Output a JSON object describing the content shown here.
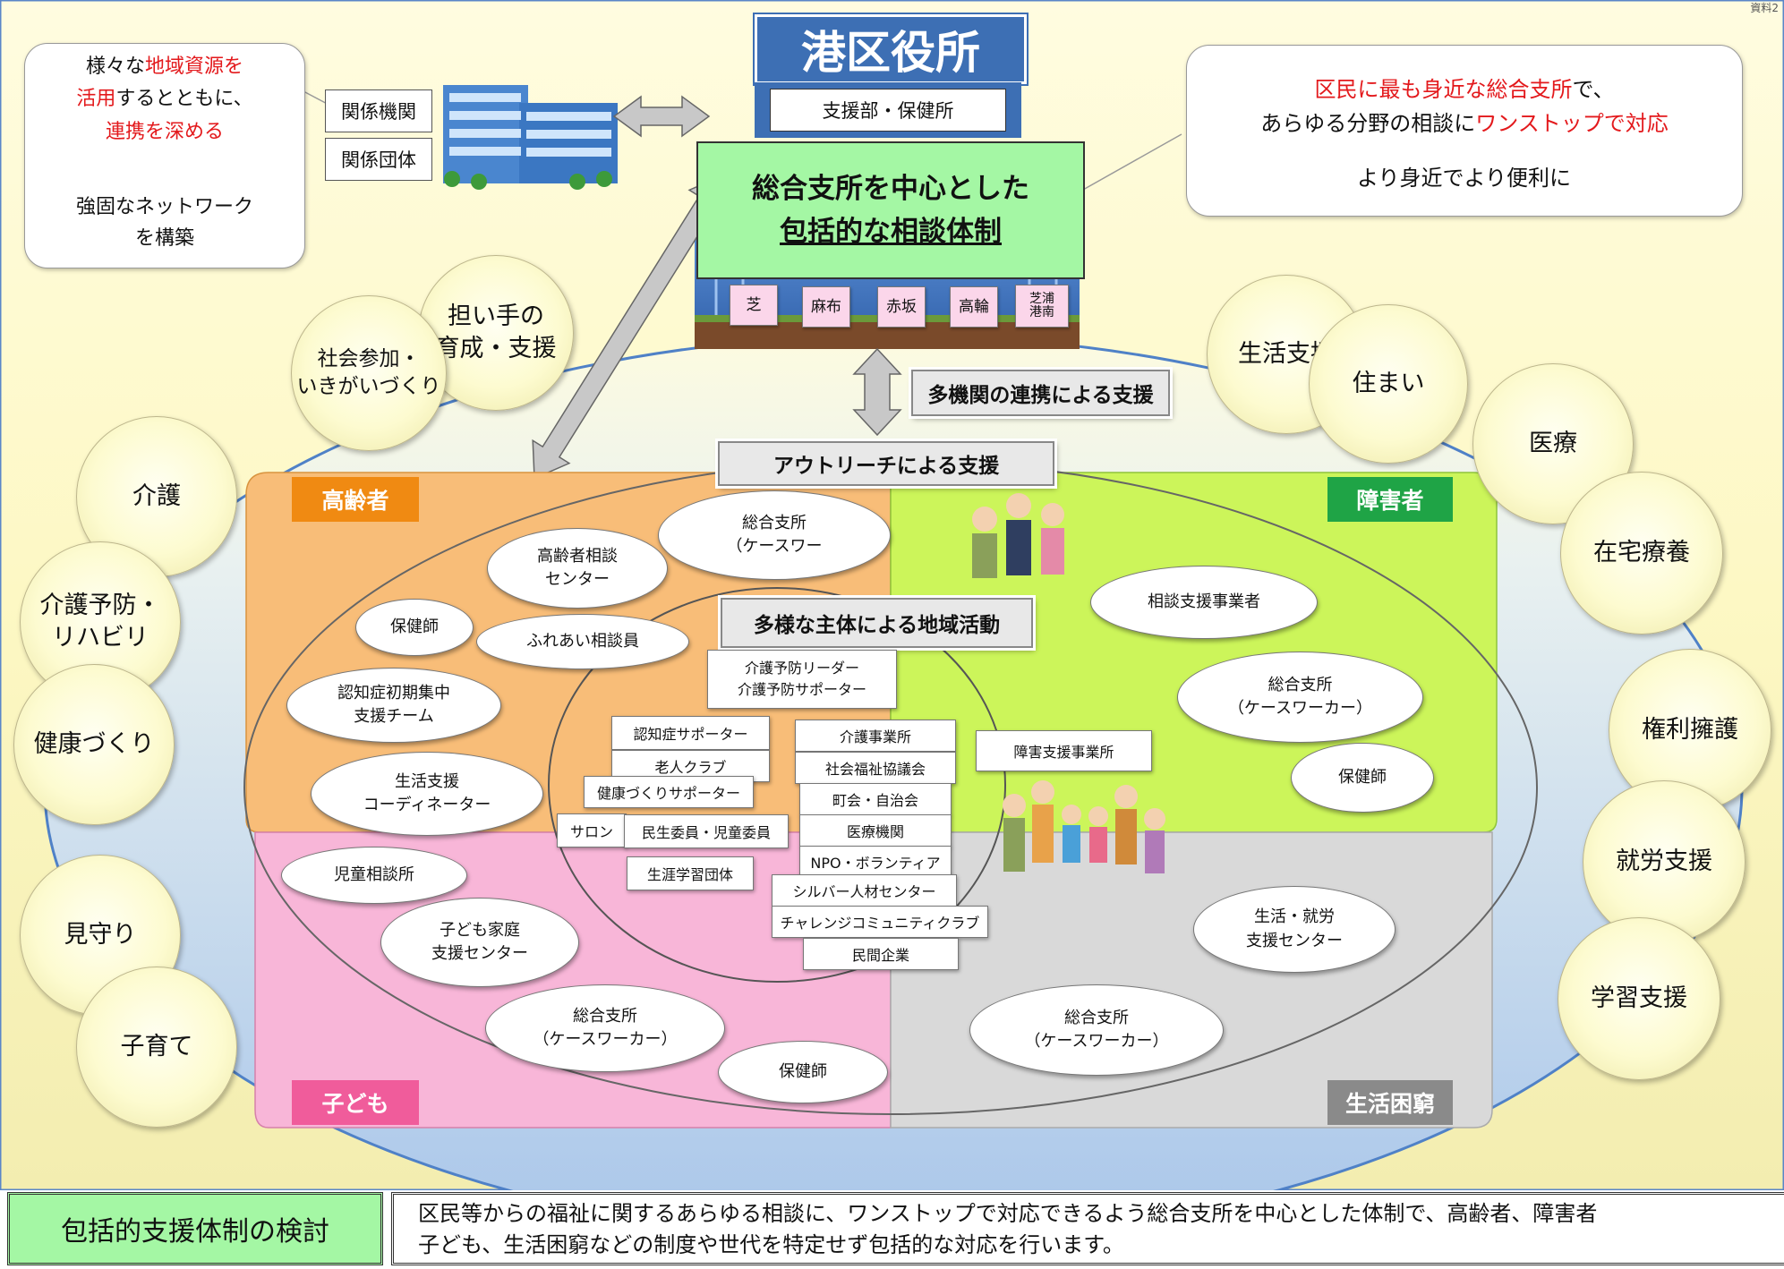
{
  "page_number": "資料2",
  "city_office": {
    "title": "港区役所",
    "department": "支援部・保健所",
    "system_line1": "総合支所を中心とした",
    "system_line2": "包括的な相談体制",
    "branches": [
      "芝",
      "麻布",
      "赤坂",
      "高輪",
      "芝浦\n港南"
    ]
  },
  "left_callout": {
    "line1_pre": "様々な",
    "line1_red": "地域資源を",
    "line2_red": "活用",
    "line2_post": "するとともに、",
    "line3_red": "連携を深める",
    "result_line1": "強固なネットワーク",
    "result_line2": "を構築"
  },
  "related": {
    "org1": "関係機関",
    "org2": "関係団体"
  },
  "right_callout": {
    "line1_red": "区民に最も身近な総合支所",
    "line1_post": "で、",
    "line2_pre": "あらゆる分野の相談に",
    "line2_red": "ワンストップで対応",
    "line3": "より身近でより便利に"
  },
  "labels": {
    "multi_agency": "多機関の連携による支援",
    "outreach": "アウトリーチによる支援",
    "diverse": "多様な主体による地域活動"
  },
  "outer_circles": {
    "ninaite": "担い手の\n育成・支援",
    "shakai": "社会参加・\nいきがいづくり",
    "kaigo": "介護",
    "kaigo_yobo": "介護予防・\nリハビリ",
    "kenko": "健康づくり",
    "mimamori": "見守り",
    "kosodate": "子育て",
    "seikatsu_shien": "生活支援",
    "sumai": "住まい",
    "iryo": "医療",
    "zaitaku": "在宅療養",
    "kenri": "権利擁護",
    "shuro": "就労支援",
    "gakushu": "学習支援"
  },
  "quadrants": {
    "elderly": "高齢者",
    "disabled": "障害者",
    "children": "子ども",
    "poverty": "生活困窮"
  },
  "elderly_items": {
    "sogo": "総合支所\n（ケースワー",
    "center": "高齢者相談\nセンター",
    "hokenshi": "保健師",
    "fureai": "ふれあい相談員",
    "ninchisho": "認知症初期集中\n支援チーム",
    "coordinator": "生活支援\nコーディネーター"
  },
  "disabled_items": {
    "soudan": "相談支援事業者",
    "sogo": "総合支所\n（ケースワーカー）",
    "hokenshi": "保健師",
    "jigyosho": "障害支援事業所"
  },
  "children_items": {
    "jido": "児童相談所",
    "kodomo": "子ども家庭\n支援センター",
    "sogo": "総合支所\n（ケースワーカー）",
    "hokenshi": "保健師"
  },
  "poverty_items": {
    "shuro_center": "生活・就労\n支援センター",
    "sogo": "総合支所\n（ケースワーカー）"
  },
  "community": {
    "leader": "介護予防リーダー\n介護予防サポーター",
    "left": [
      "認知症サポーター",
      "老人クラブ",
      "健康づくりサポーター",
      "サロン",
      "民生委員・児童委員",
      "生涯学習団体"
    ],
    "right": [
      "介護事業所",
      "社会福祉協議会",
      "町会・自治会",
      "医療機関",
      "NPO・ボランティア",
      "シルバー人材センター",
      "チャレンジコミュニティクラブ",
      "民間企業"
    ]
  },
  "footer": {
    "title": "包括的支援体制の検討",
    "text_line1": "区民等からの福祉に関するあらゆる相談に、ワンストップで対応できるよう総合支所を中心とした体制で、高齢者、障害者",
    "text_line2": "子ども、生活困窮などの制度や世代を特定せず包括的な対応を行います。"
  },
  "colors": {
    "elderly_bg": "#f8bd78",
    "elderly_label": "#f08a12",
    "disabled_bg": "#ccf55a",
    "disabled_label": "#1fa446",
    "children_bg": "#f8b6d8",
    "children_label": "#f05c9b",
    "poverty_bg": "#d9d9d9",
    "poverty_label": "#8a8a8a",
    "office_blue": "#3d6fb4",
    "system_green": "#a4f7a4",
    "accent_red": "#e3191c"
  }
}
